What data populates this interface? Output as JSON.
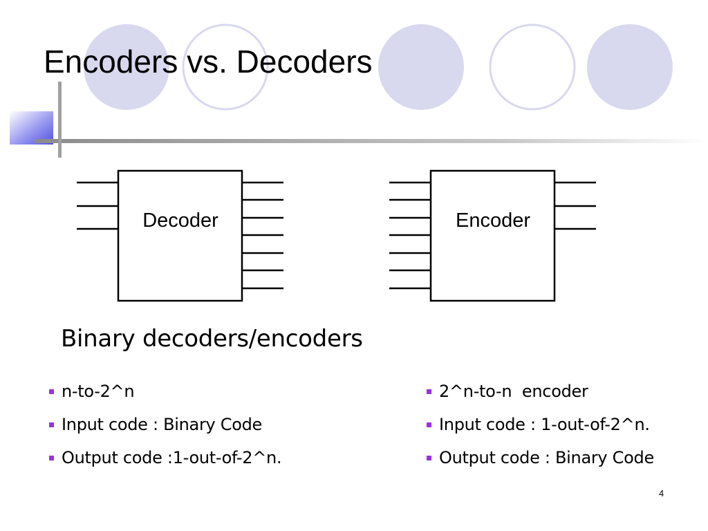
{
  "slide": {
    "title": "Encoders vs. Decoders",
    "page_number": "4"
  },
  "diagram": {
    "decoder_label": "Decoder",
    "encoder_label": "Encoder",
    "subtitle": "Binary decoders/encoders"
  },
  "left_bullets": [
    "n-to-2^n",
    "Input code : Binary Code",
    "Output code :1-out-of-2^n."
  ],
  "right_bullets": [
    "2^n-to-n  encoder",
    "Input code : 1-out-of-2^n.",
    "Output code : Binary Code"
  ],
  "colors": {
    "circle_fill": "#d8d8ee",
    "circle_stroke": "#d8d8ee",
    "bullet": "#9b30e8",
    "accent_line": "#a0a0a0"
  }
}
